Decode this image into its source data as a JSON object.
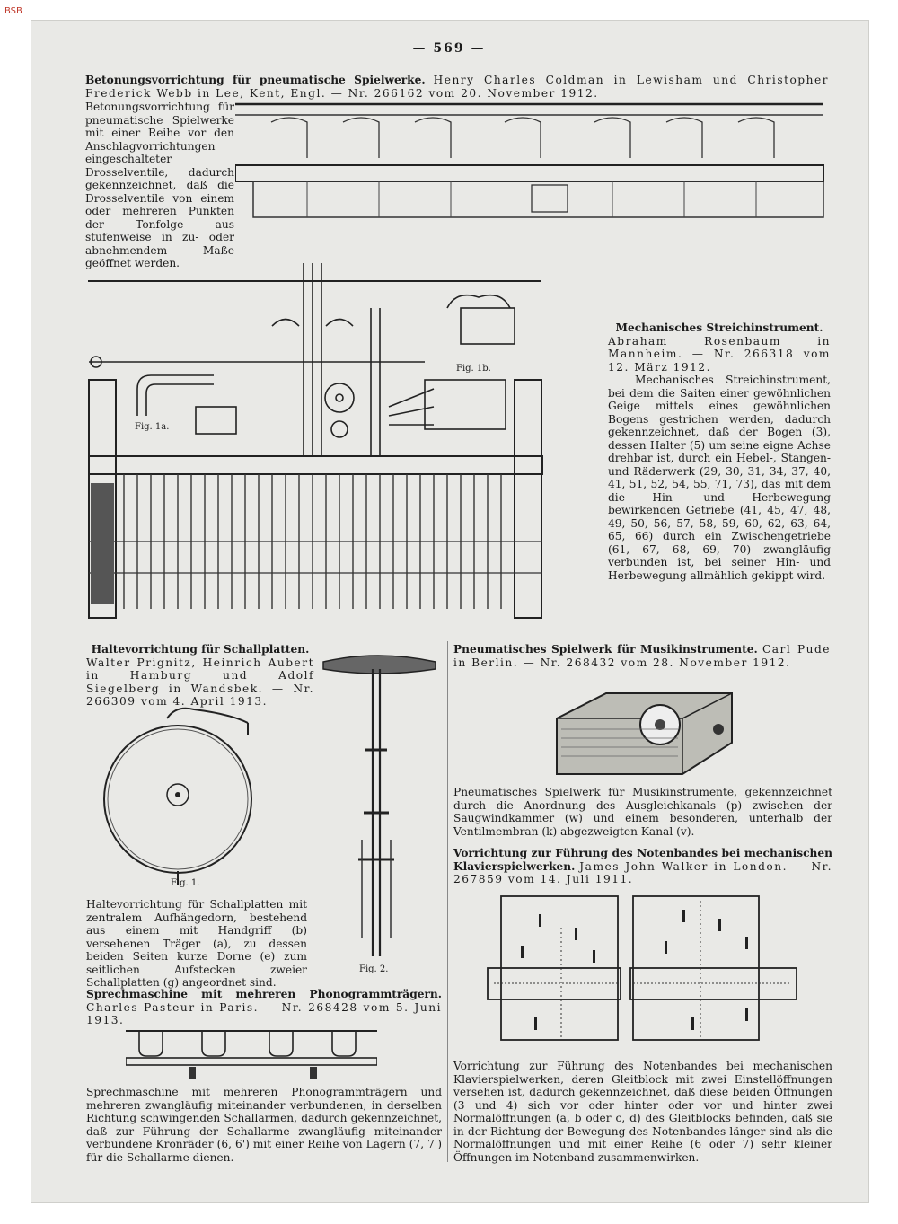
{
  "corner_mark": "BSB",
  "page_number": "— 569 —",
  "a1": {
    "title": "Betonungsvorrichtung für pneumatische Spielwerke.",
    "author": "Henry Charles Coldman in Lewisham und Christopher Frederick Webb in Lee, Kent, Engl. — Nr. 266162 vom 20. November 1912.",
    "body": "Betonungsvorrichtung für pneumatische Spielwerke mit einer Reihe vor den Anschlagvorrichtungen eingeschalteter Drosselventile, dadurch gekennzeichnet, daß die Drosselventile von einem oder mehreren Punkten der Tonfolge aus stufenweise in zu- oder abnehmendem Maße geöffnet werden.",
    "fig1a_label": "Fig. 1a.",
    "fig1b_label": "Fig. 1b."
  },
  "a2": {
    "title": "Mechanisches Streichinstrument.",
    "author": "Abraham Rosenbaum in Mannheim. — Nr. 266318 vom 12. März 1912.",
    "body": "Mechanisches Streichinstrument, bei dem die Saiten einer gewöhnlichen Geige mittels eines gewöhnlichen Bogens gestrichen werden, dadurch gekennzeichnet, daß der Bogen (3), dessen Halter (5) um seine eigne Achse drehbar ist, durch ein Hebel-, Stangen- und Räderwerk (29, 30, 31, 34, 37, 40, 41, 51, 52, 54, 55, 71, 73), das mit dem die Hin- und Herbewegung bewirkenden Getriebe (41, 45, 47, 48, 49, 50, 56, 57, 58, 59, 60, 62, 63, 64, 65, 66) durch ein Zwischengetriebe (61, 67, 68, 69, 70) zwangläufig verbunden ist, bei seiner Hin- und Herbewegung allmählich gekippt wird."
  },
  "a3": {
    "title": "Haltevorrichtung für Schallplatten.",
    "author": "Walter Prignitz, Heinrich Aubert in Hamburg und Adolf Siegelberg in Wandsbek. — Nr. 266309 vom 4. April 1913.",
    "body": "Haltevorrichtung für Schallplatten mit zentralem Aufhängedorn, bestehend aus einem mit Handgriff (b) versehenen Träger (a), zu dessen beiden Seiten kurze Dorne (e) zum seitlichen Aufstecken zweier Schallplatten (g) angeordnet sind.",
    "fig1": "Fig. 1.",
    "fig2": "Fig. 2."
  },
  "a4": {
    "title": "Pneumatisches Spielwerk für Musikinstrumente.",
    "author": "Carl Pude in Berlin. — Nr. 268432 vom 28. November 1912.",
    "body": "Pneumatisches Spielwerk für Musikinstrumente, gekennzeichnet durch die Anordnung des Ausgleichkanals (p) zwischen der Saugwindkammer (w) und einem besonderen, unterhalb der Ventilmembran (k) abgezweigten Kanal (v)."
  },
  "a5": {
    "title": "Vorrichtung zur Führung des Notenbandes bei mechanischen Klavierspielwerken.",
    "author": "James John Walker in London. — Nr. 267859 vom 14. Juli 1911.",
    "body": "Vorrichtung zur Führung des Notenbandes bei mechanischen Klavierspielwerken, deren Gleitblock mit zwei Einstellöffnungen versehen ist, dadurch gekennzeichnet, daß diese beiden Öffnungen (3 und 4) sich vor oder hinter oder vor und hinter zwei Normalöffnungen (a, b oder c, d) des Gleitblocks befinden, daß sie in der Richtung der Bewegung des Notenbandes länger sind als die Normalöffnungen und mit einer Reihe (6 oder 7) sehr kleiner Öffnungen im Notenband zusammenwirken."
  },
  "a6": {
    "title": "Sprechmaschine mit mehreren Phonogrammträgern.",
    "author": "Charles Pasteur in Paris. — Nr. 268428 vom 5. Juni 1913.",
    "body": "Sprechmaschine mit mehreren Phonogrammträgern und mehreren zwangläufig miteinander verbundenen, in derselben Richtung schwingenden Schallarmen, dadurch gekennzeichnet, daß zur Führung der Schallarme zwangläufig miteinander verbundene Kronräder (6, 6') mit einer Reihe von Lagern (7, 7') für die Schallarme dienen."
  }
}
